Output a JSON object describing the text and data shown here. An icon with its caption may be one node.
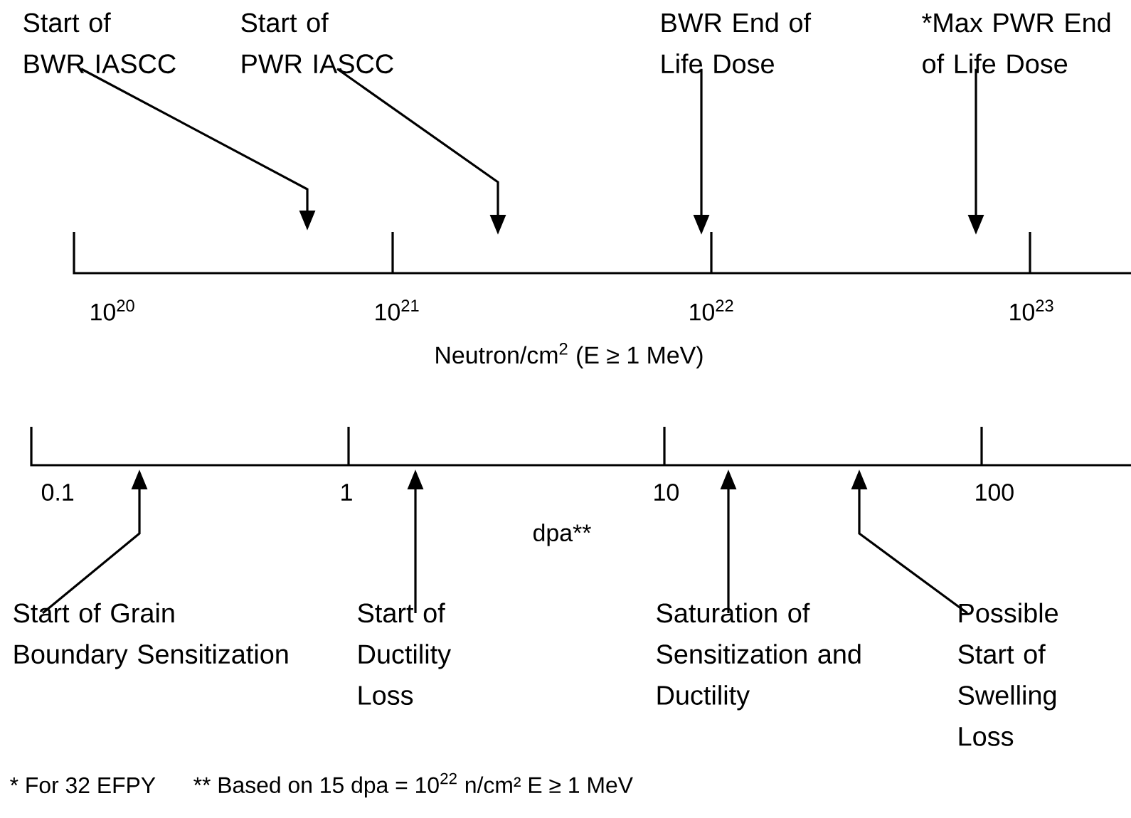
{
  "diagram": {
    "nodes": [
      {
        "text": [
          "Start of BWR IASCC"
        ]
      },
      {
        "text": [
          "Start of PWR IASCC"
        ]
      },
      {
        "text": [
          "BWR End of Life Dose"
        ]
      },
      {
        "text": [
          "*Max PWR End of Life Dose"
        ]
      },
      {
        "text": [
          "Start of Grain Boundary Sensitization"
        ]
      },
      {
        "text": [
          "Start of Ductility Loss"
        ]
      },
      {
        "text": [
          "Saturation of Sensitization and Ductility"
        ]
      },
      {
        "text": [
          "Possible Start of Swelling Loss"
        ]
      }
    ],
    "edges": [
      {
        "from": 0,
        "to": null,
        "arrow": "to"
      },
      {
        "from": 1,
        "to": null,
        "arrow": "to"
      },
      {
        "from": 2,
        "to": null,
        "arrow": "to"
      },
      {
        "from": 3,
        "to": null,
        "arrow": "to"
      },
      {
        "from": 4,
        "to": null,
        "arrow": "to"
      },
      {
        "from": 5,
        "to": null,
        "arrow": "to"
      },
      {
        "from": 6,
        "to": null,
        "arrow": "to"
      },
      {
        "from": 7,
        "to": null,
        "arrow": "to"
      }
    ],
    "labels": [
      "10$^{20}$",
      "10$^{21}$",
      "10$^{22}$",
      "10$^{23}$",
      "Neutron/cm$^{2}$ (E ≥ 1 MeV)",
      "0.1",
      "1",
      "10",
      "100",
      "dpa**",
      "* For 32 EFPY",
      "** Based on 15 dpa = 10$^{22}$ n/cm² E ≥ 1 MeV"
    ]
  }
}
